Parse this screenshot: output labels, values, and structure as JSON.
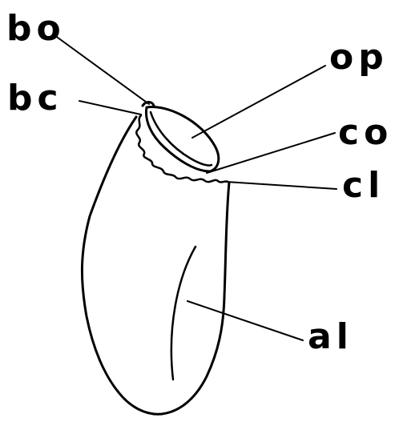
{
  "labels": {
    "bo": "bo",
    "op": "op",
    "bc": "bc",
    "co": "co",
    "cl": "cl",
    "al": "al"
  },
  "colors": {
    "ink": "#000000",
    "background": "#ffffff"
  }
}
